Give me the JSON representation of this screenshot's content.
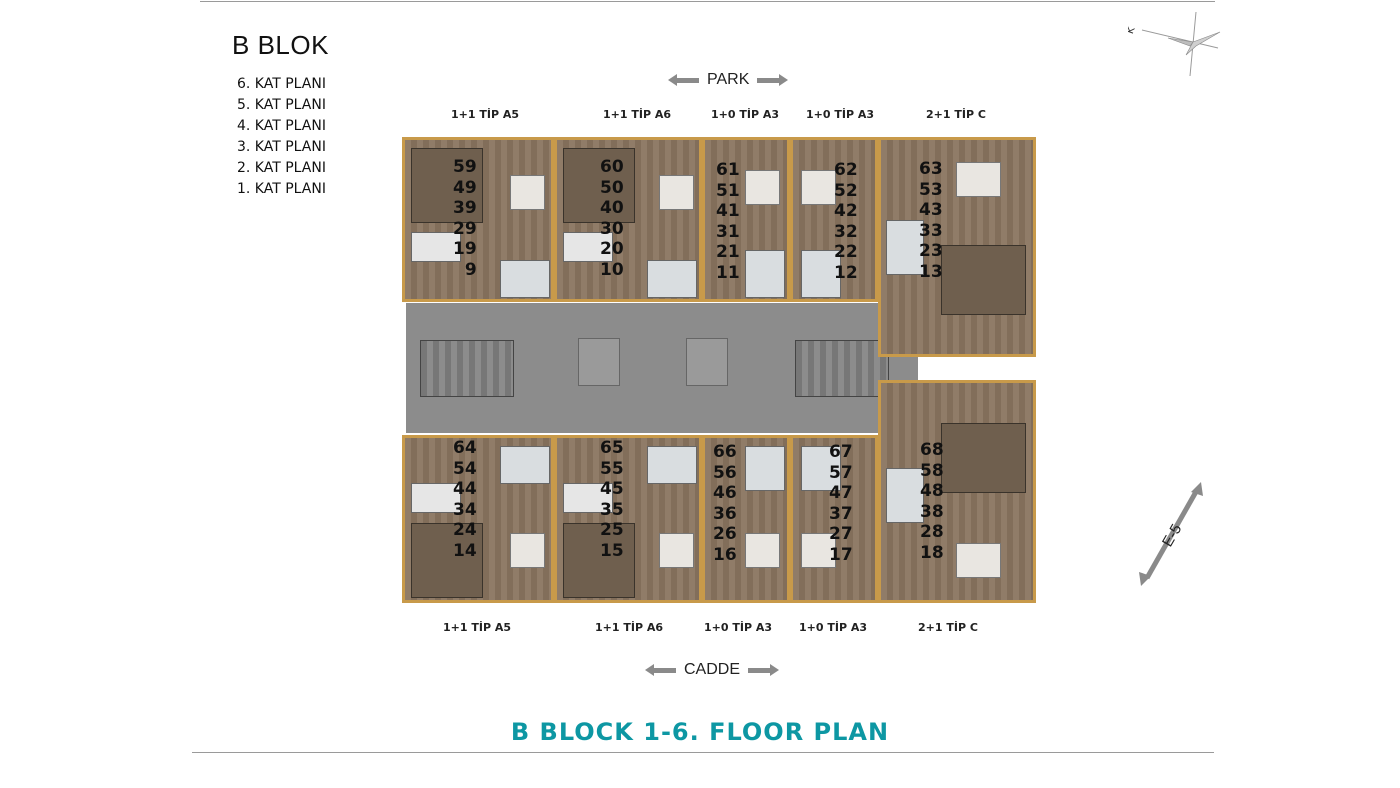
{
  "header": {
    "block_title": "B BLOK",
    "floors": [
      "6. KAT PLANI",
      "5. KAT PLANI",
      "4. KAT PLANI",
      "3. KAT PLANI",
      "2. KAT PLANI",
      "1. KAT PLANI"
    ]
  },
  "directions": {
    "top": "PARK",
    "bottom": "CADDE",
    "highway": "E-5",
    "compass_letter": "K"
  },
  "top_units": [
    "1+1 TİP A5",
    "1+1 TİP A6",
    "1+0 TİP A3",
    "1+0 TİP A3",
    "2+1 TİP C"
  ],
  "bottom_units": [
    "1+1 TİP A5",
    "1+1 TİP A6",
    "1+0 TİP A3",
    "1+0 TİP A3",
    "2+1 TİP C"
  ],
  "apartment_numbers": {
    "top": [
      [
        "59",
        "49",
        "39",
        "29",
        "19",
        "9"
      ],
      [
        "60",
        "50",
        "40",
        "30",
        "20",
        "10"
      ],
      [
        "61",
        "51",
        "41",
        "31",
        "21",
        "11"
      ],
      [
        "62",
        "52",
        "42",
        "32",
        "22",
        "12"
      ],
      [
        "63",
        "53",
        "43",
        "33",
        "23",
        "13"
      ]
    ],
    "bottom": [
      [
        "64",
        "54",
        "44",
        "34",
        "24",
        "14"
      ],
      [
        "65",
        "55",
        "45",
        "35",
        "25",
        "15"
      ],
      [
        "66",
        "56",
        "46",
        "36",
        "26",
        "16"
      ],
      [
        "67",
        "57",
        "47",
        "37",
        "27",
        "17"
      ],
      [
        "68",
        "58",
        "48",
        "38",
        "28",
        "18"
      ]
    ]
  },
  "footer": {
    "title": "B BLOCK 1-6. FLOOR PLAN"
  },
  "colors": {
    "accent": "#0d97a3",
    "wall": "#c89a4a",
    "floor": "#8a7560",
    "corridor": "#8c8c8c"
  }
}
